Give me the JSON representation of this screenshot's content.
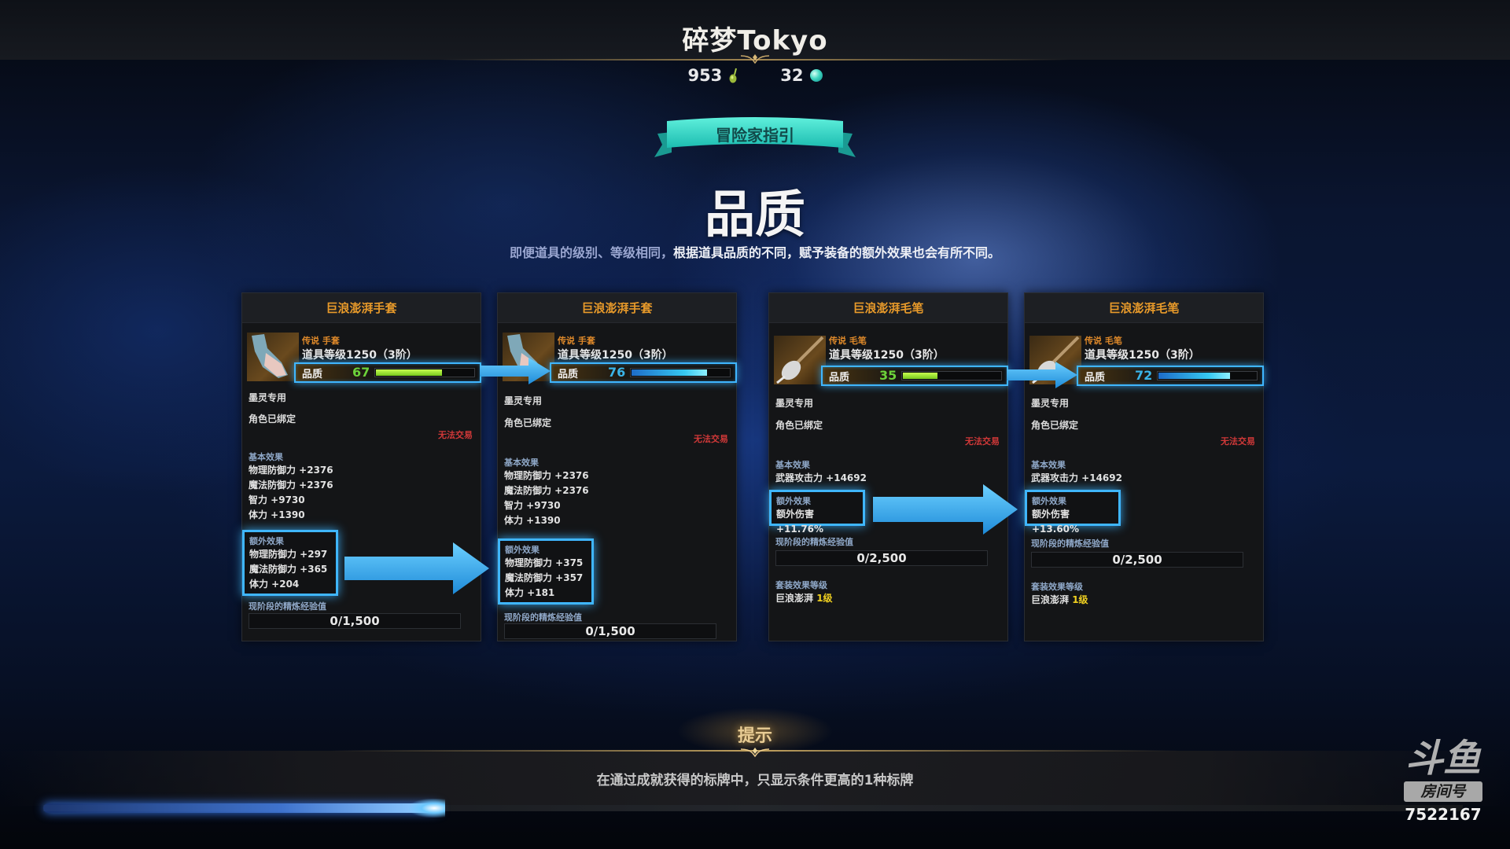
{
  "header": {
    "player_name": "碎梦Tokyo",
    "currencies": [
      {
        "amount": "953",
        "icon": "leaf-coin-icon"
      },
      {
        "amount": "32",
        "icon": "gem-icon"
      }
    ]
  },
  "guide": {
    "banner_label": "冒险家指引",
    "title": "品质",
    "subtitle_muted": "即便道具的级别、等级相同，",
    "subtitle_strong": "根据道具品质的不同，赋予装备的额外效果也会有所不同。"
  },
  "cards": [
    {
      "name": "巨浪澎湃手套",
      "type": "传说 手套",
      "level": "道具等级1250（3阶）",
      "quality_label": "品质",
      "quality": 67,
      "quality_color": "green",
      "restriction": "墨灵专用",
      "binding": "角色已绑定",
      "trade": "无法交易",
      "base_title": "基本效果",
      "base_stats": [
        "物理防御力 +2376",
        "魔法防御力 +2376",
        "智力 +9730",
        "体力 +1390"
      ],
      "extra_title": "额外效果",
      "extra_stats": [
        "物理防御力 +297",
        "魔法防御力 +365",
        "体力 +204"
      ],
      "exp_label": "现阶段的精炼经验值",
      "exp_value": "0/1,500"
    },
    {
      "name": "巨浪澎湃手套",
      "type": "传说 手套",
      "level": "道具等级1250（3阶）",
      "quality_label": "品质",
      "quality": 76,
      "quality_color": "blue",
      "restriction": "墨灵专用",
      "binding": "角色已绑定",
      "trade": "无法交易",
      "base_title": "基本效果",
      "base_stats": [
        "物理防御力 +2376",
        "魔法防御力 +2376",
        "智力 +9730",
        "体力 +1390"
      ],
      "extra_title": "额外效果",
      "extra_stats": [
        "物理防御力 +375",
        "魔法防御力 +357",
        "体力 +181"
      ],
      "exp_label": "现阶段的精炼经验值",
      "exp_value": "0/1,500"
    },
    {
      "name": "巨浪澎湃毛笔",
      "type": "传说 毛笔",
      "level": "道具等级1250（3阶）",
      "quality_label": "品质",
      "quality": 35,
      "quality_color": "green",
      "restriction": "墨灵专用",
      "binding": "角色已绑定",
      "trade": "无法交易",
      "base_title": "基本效果",
      "base_stats": [
        "武器攻击力 +14692"
      ],
      "extra_title": "额外效果",
      "extra_stats": [
        "额外伤害 +11.76%"
      ],
      "exp_label": "现阶段的精炼经验值",
      "exp_value": "0/2,500",
      "set_title": "套装效果等级",
      "set_name": "巨浪澎湃",
      "set_level": "1级"
    },
    {
      "name": "巨浪澎湃毛笔",
      "type": "传说 毛笔",
      "level": "道具等级1250（3阶）",
      "quality_label": "品质",
      "quality": 72,
      "quality_color": "blue",
      "restriction": "墨灵专用",
      "binding": "角色已绑定",
      "trade": "无法交易",
      "base_title": "基本效果",
      "base_stats": [
        "武器攻击力 +14692"
      ],
      "extra_title": "额外效果",
      "extra_stats": [
        "额外伤害 +13.60%"
      ],
      "exp_label": "现阶段的精炼经验值",
      "exp_value": "0/2,500",
      "set_title": "套装效果等级",
      "set_name": "巨浪澎湃",
      "set_level": "1级"
    }
  ],
  "hint": {
    "title": "提示",
    "text": "在通过成就获得的标牌中，只显示条件更高的1种标牌"
  },
  "loading": {
    "progress_percent": 28
  },
  "watermark": {
    "logo": "斗鱼",
    "badge": "房间号",
    "room_id": "7522167"
  },
  "colors": {
    "accent_blue": "#3fb6ff",
    "item_name_orange": "#e89a2a",
    "quality_green": "#6cd23a",
    "quality_blue": "#3ab4e8",
    "no_trade_red": "#d03838",
    "set_level_yellow": "#f0d020",
    "banner_teal": "#2fd0c0"
  }
}
